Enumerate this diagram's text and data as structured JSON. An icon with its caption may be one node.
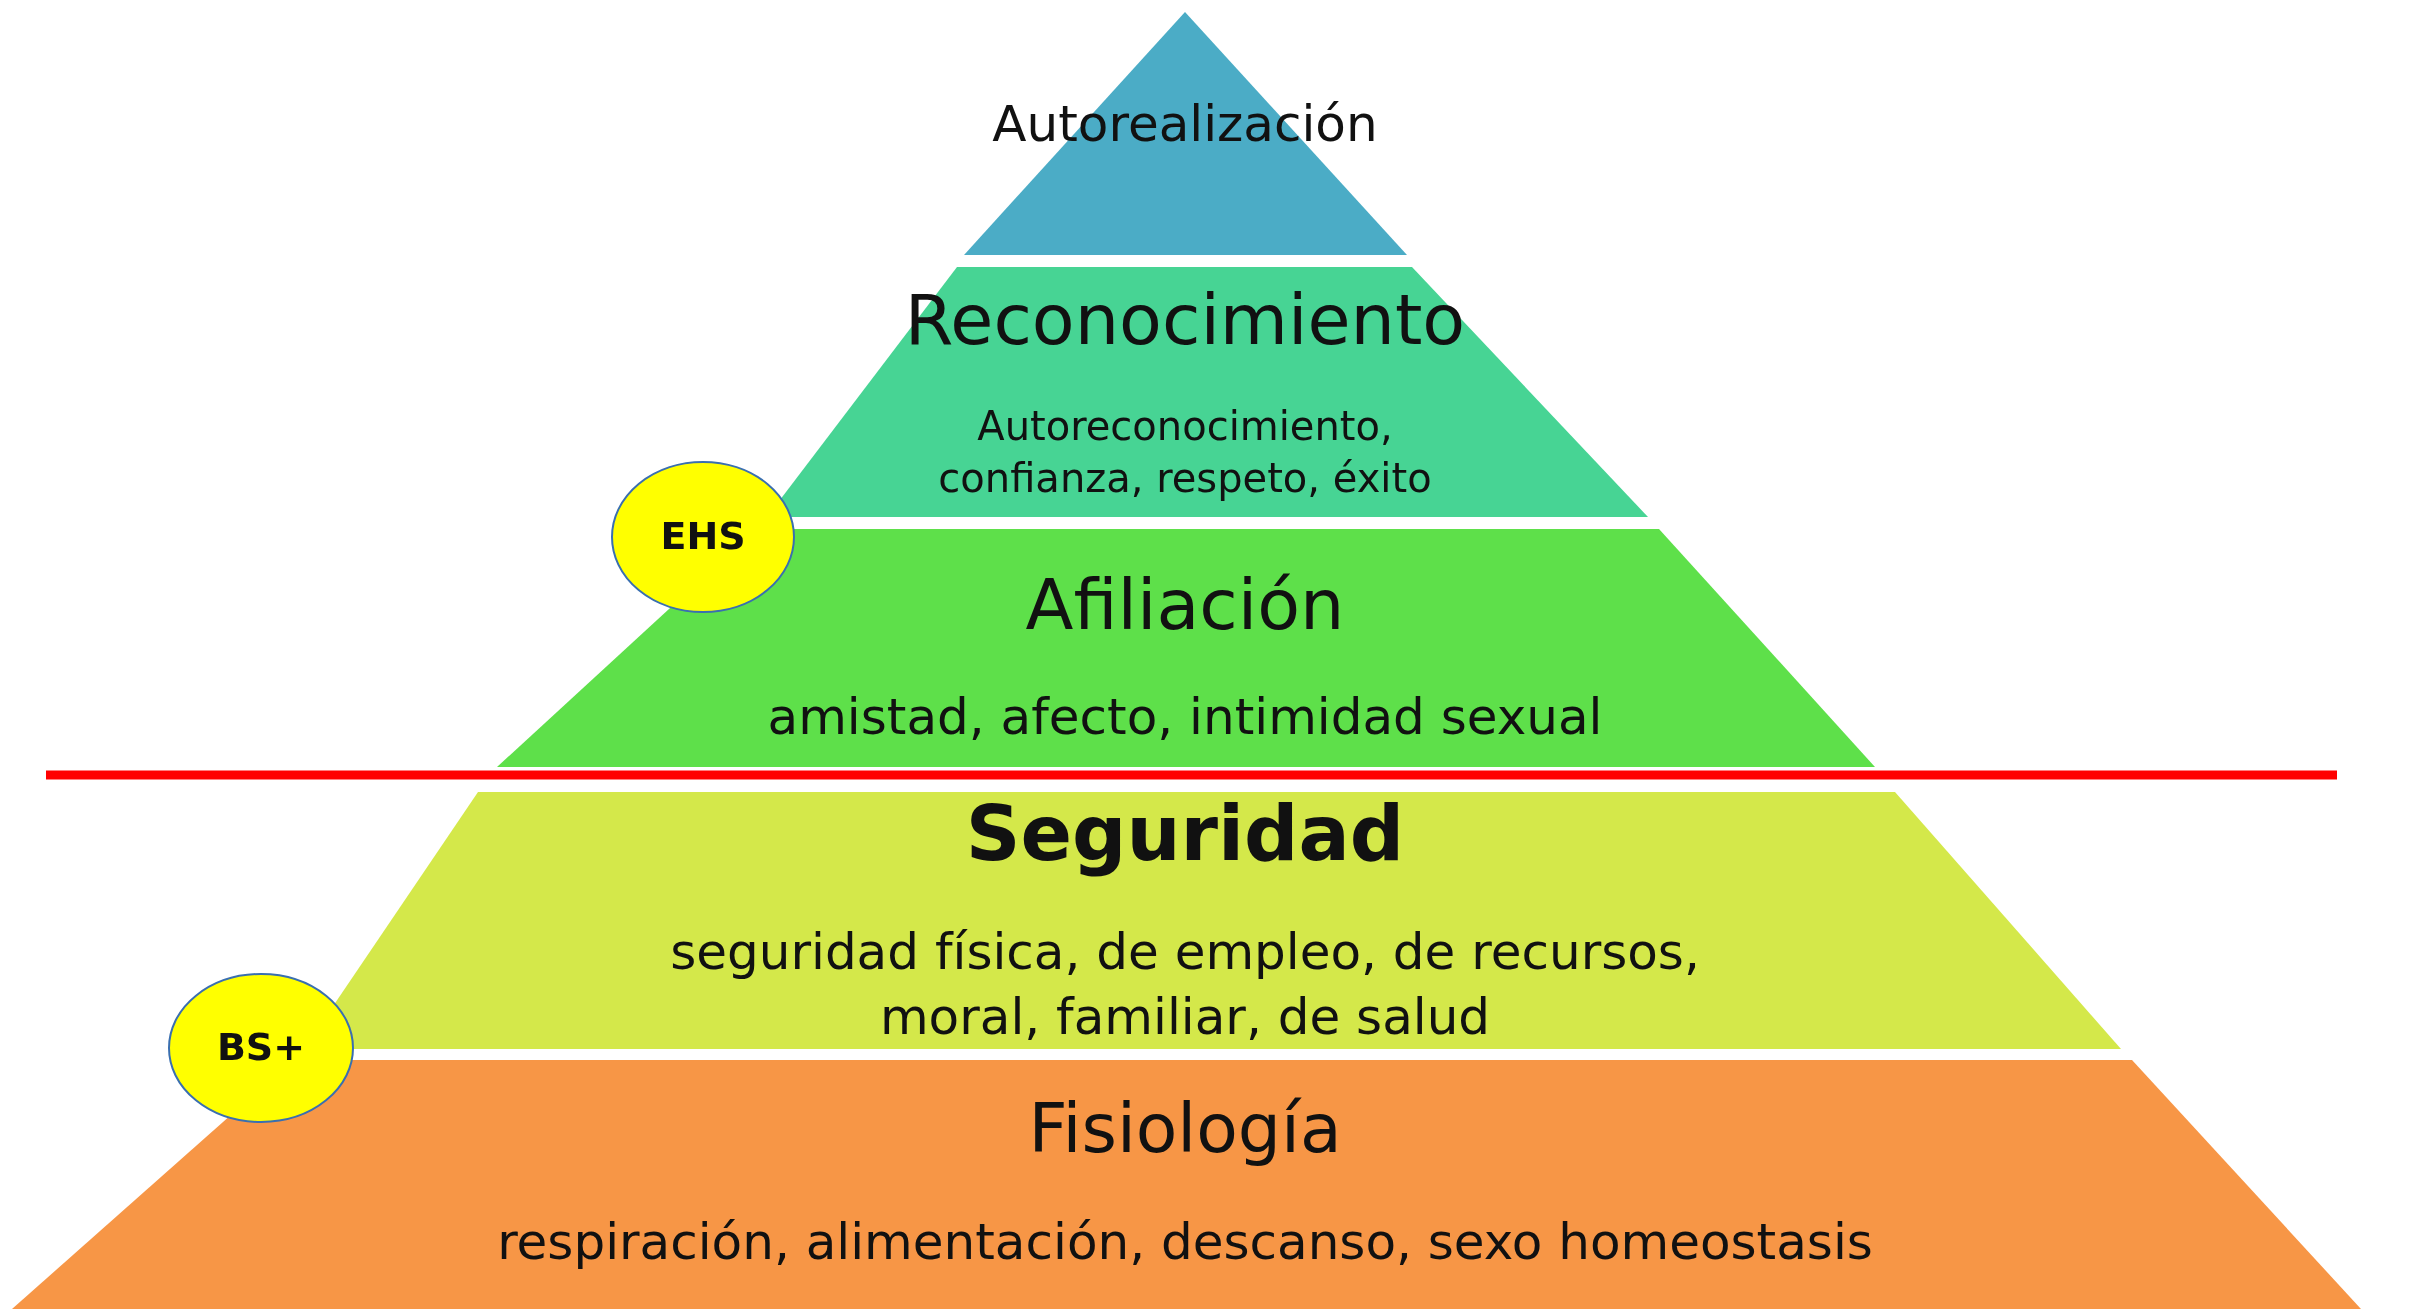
{
  "diagram": {
    "nodes": [
      {
        "text": [
          "Autorealización"
        ]
      },
      {
        "text": [
          "Reconocimiento",
          "Autoreconocimiento, confianza, respeto, éxito"
        ]
      },
      {
        "text": [
          "EHS"
        ]
      },
      {
        "text": [
          "Afiliación",
          "amistad, afecto, intimidad sexual"
        ]
      },
      {
        "text": [
          "Seguridad",
          "seguridad física, de empleo, de recursos, moral, familiar, de salud"
        ]
      },
      {
        "text": [
          "BS+"
        ]
      },
      {
        "text": [
          "Fisiología",
          "respiración, alimentación, descanso, sexo homeostasis"
        ]
      }
    ],
    "edges": []
  }
}
